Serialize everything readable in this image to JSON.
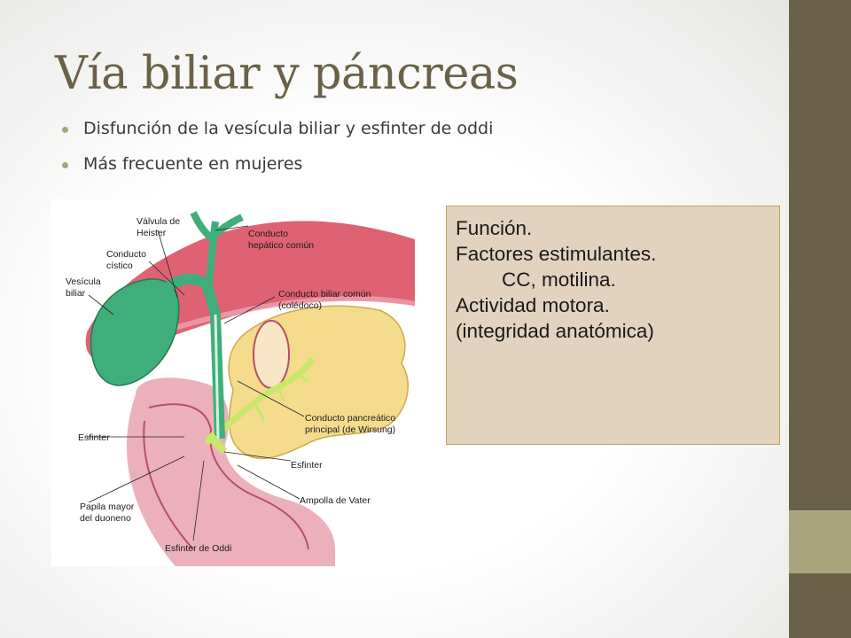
{
  "slide": {
    "title": "Vía biliar y páncreas",
    "bullets": [
      "Disfunción de la vesícula biliar y esfinter de oddi",
      "Más frecuente en mujeres"
    ]
  },
  "diagram": {
    "labels": {
      "valvula": [
        "Válvula de",
        "Heister"
      ],
      "hepatico": [
        "Conducto",
        "hepático común"
      ],
      "cistico": [
        "Conducto",
        "cístico"
      ],
      "vesicula": [
        "Vesícula",
        "biliar"
      ],
      "biliar_comun": [
        "Conducto biliar común",
        "(colédoco)"
      ],
      "pancreatico": [
        "Conducto pancreático",
        "principal (de Wirsung)"
      ],
      "esfinter_left": "Esfinter",
      "esfinter_right": "Esfinter",
      "ampolla": "Ampolla de Vater",
      "papila": [
        "Papila mayor",
        "del duoneno"
      ],
      "oddi": "Esfinter de Oddi"
    },
    "colors": {
      "liver": "#d9475b",
      "gallbladder": "#3fae7a",
      "pancreas": "#f4dc8c",
      "duodenum": "#e9a2b0",
      "pancreatic_duct": "#c9e86a"
    }
  },
  "info_box": {
    "lines": [
      "Función.",
      "Factores estimulantes.",
      "CC, motilina.",
      "Actividad motora.",
      "(integridad anatómica)"
    ],
    "background": "#e3d2be"
  },
  "theme": {
    "title_color": "#6a6148",
    "sidebar_color": "#6a6148",
    "sidebar_accent": "#a9a47e"
  }
}
